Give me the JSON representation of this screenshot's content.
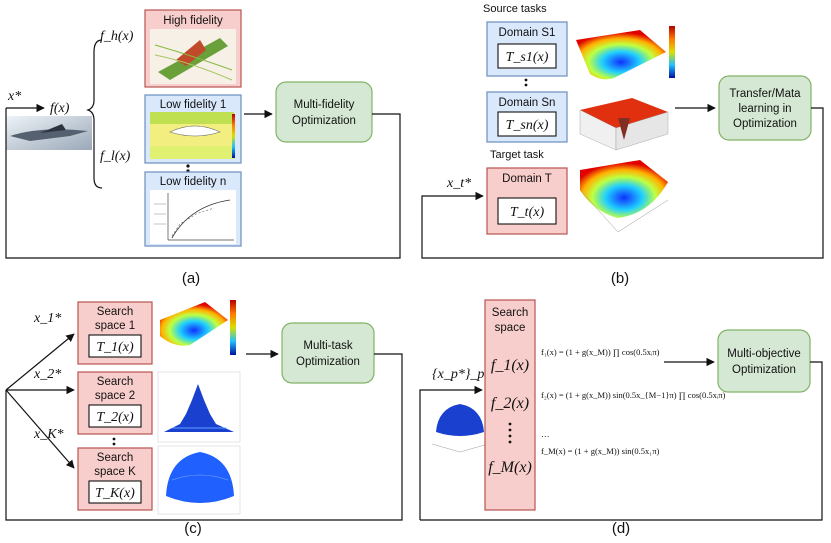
{
  "panel_a": {
    "input_label": "x*",
    "fx_label": "f(x)",
    "fh_label": "f_h(x)",
    "fl_label": "f_l(x)",
    "high_fidelity": "High fidelity",
    "low_fidelity_1": "Low fidelity 1",
    "low_fidelity_n": "Low fidelity n",
    "optimizer_line1": "Multi-fidelity",
    "optimizer_line2": "Optimization",
    "caption": "(a)"
  },
  "panel_b": {
    "source_tasks": "Source tasks",
    "domain_s1": "Domain S1",
    "task_s1": "T_s1(x)",
    "domain_sn": "Domain Sn",
    "task_sn": "T_sn(x)",
    "target_task": "Target task",
    "domain_t": "Domain T",
    "task_t": "T_t(x)",
    "input_label": "x_t*",
    "optimizer_line1": "Transfer/Mata",
    "optimizer_line2": "learning in",
    "optimizer_line3": "Optimization",
    "caption": "(b)"
  },
  "panel_c": {
    "input_1": "x_1*",
    "input_2": "x_2*",
    "input_k": "x_K*",
    "space1_line1": "Search",
    "space1_line2": "space 1",
    "task1": "T_1(x)",
    "space2_line1": "Search",
    "space2_line2": "space 2",
    "task2": "T_2(x)",
    "spacek_line1": "Search",
    "spacek_line2": "space K",
    "taskk": "T_K(x)",
    "optimizer_line1": "Multi-task",
    "optimizer_line2": "Optimization",
    "caption": "(c)"
  },
  "panel_d": {
    "input_label": "{x_p*}_p^P",
    "space_line1": "Search",
    "space_line2": "space",
    "f1": "f_1(x)",
    "f2": "f_2(x)",
    "fm": "f_M(x)",
    "eq1": "f₁(x) = (1 + g(x_M)) ∏ cos(0.5xᵢπ)",
    "eq2": "f₂(x) = (1 + g(x_M)) sin(0.5x_{M−1}π) ∏ cos(0.5xᵢπ)",
    "eq_dots": "…",
    "eqm": "f_M(x) = (1 + g(x_M)) sin(0.5x₁π)",
    "optimizer_line1": "Multi-objective",
    "optimizer_line2": "Optimization",
    "caption": "(d)"
  }
}
